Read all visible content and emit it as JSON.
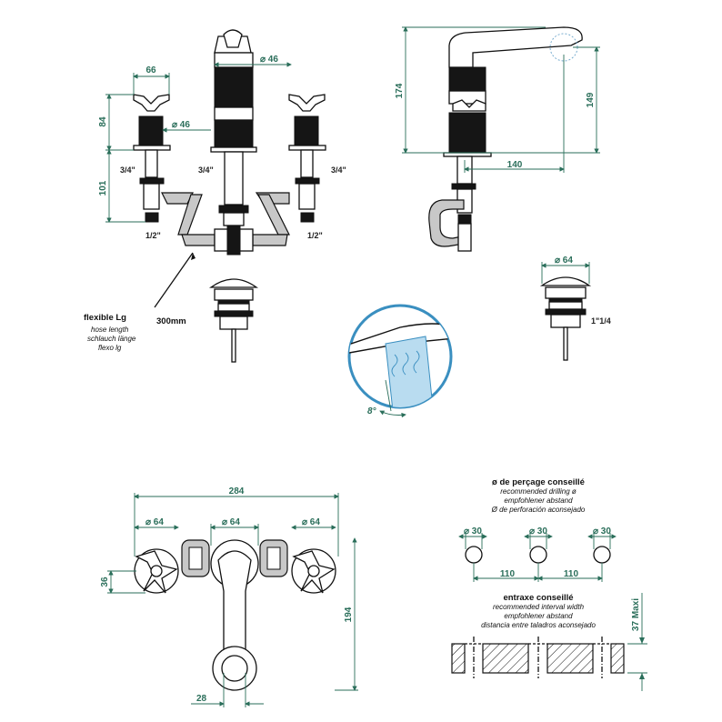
{
  "colors": {
    "dimension": "#2a6e5a",
    "line": "#111111",
    "water": "#b9dcf0",
    "detail_circle": "#3a8fc0"
  },
  "front_view": {
    "dim_handle_width": "66",
    "dim_handle_height": "84",
    "dim_body_diameter": "⌀ 46",
    "dim_spout_diameter": "⌀ 46",
    "dim_lower": "101",
    "thread_left": "3/4\"",
    "thread_center": "3/4\"",
    "thread_right": "3/4\"",
    "connector_left": "1/2\"",
    "connector_right": "1/2\"",
    "hose_title": "flexible Lg",
    "hose_lines": [
      "hose length",
      "schlauch länge",
      "flexo lg"
    ],
    "hose_length": "300mm"
  },
  "side_view": {
    "dim_height": "174",
    "dim_spout_height": "149",
    "dim_reach": "140"
  },
  "waste": {
    "dim_diameter": "⌀ 64",
    "thread": "1\"1/4"
  },
  "detail": {
    "angle": "8°"
  },
  "top_view": {
    "dim_total": "284",
    "dim_d1": "⌀ 64",
    "dim_d2": "⌀ 64",
    "dim_d3": "⌀ 64",
    "dim_handle": "36",
    "dim_length": "194",
    "dim_base": "28"
  },
  "drilling": {
    "title": "ø de perçage conseillé",
    "lines": [
      "recommended drilling ø",
      "empfohlener abstand",
      "Ø de perforación aconsejado"
    ],
    "dim_h1": "⌀ 30",
    "dim_h2": "⌀ 30",
    "dim_h3": "⌀ 30",
    "dim_s1": "110",
    "dim_s2": "110"
  },
  "interval": {
    "title": "entraxe conseillé",
    "lines": [
      "recommended interval width",
      "empfohlener abstand",
      "distancia entre taladros aconsejado"
    ],
    "dim_max": "37 Maxi"
  }
}
